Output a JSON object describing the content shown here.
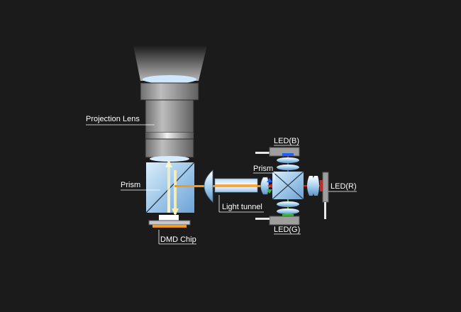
{
  "labels": {
    "projection_lens": "Projection Lens",
    "prism_left": "Prism",
    "light_tunnel": "Light tunnel",
    "dmd_chip": "DMD Chip",
    "led_b": "LED(B)",
    "prism_right": "Prism",
    "led_r": "LED(R)",
    "led_g": "LED(G)"
  },
  "colors": {
    "background": "#1c1b1b",
    "beam": "#f29a1e",
    "led_blue": "#1f5fff",
    "led_red": "#e0201c",
    "led_green": "#2fbf2f",
    "dmd": "#f29a1e"
  }
}
